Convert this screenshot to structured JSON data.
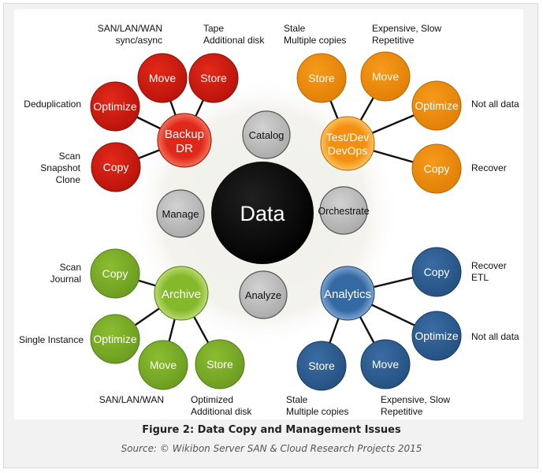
{
  "diagram": {
    "center_label": "Data",
    "inner_nodes": [
      "Catalog",
      "Manage",
      "Orchestrate",
      "Analyze"
    ],
    "clusters": {
      "backup": {
        "hub": [
          "Backup",
          "DR"
        ],
        "color": "#c8170d",
        "nodes": [
          "Optimize",
          "Move",
          "Store",
          "Copy"
        ],
        "notes": [
          "Deduplication",
          "SAN/LAN/WAN",
          "sync/async",
          "Tape",
          "Additional disk",
          "Scan",
          "Snapshot",
          "Clone"
        ]
      },
      "testdev": {
        "hub": [
          "Test/Dev",
          "DevOps"
        ],
        "color": "#ec8a08",
        "nodes": [
          "Store",
          "Move",
          "Optimize",
          "Copy"
        ],
        "notes": [
          "Stale",
          "Multiple copies",
          "Expensive, Slow",
          "Repetitive",
          "Not all data",
          "Recover"
        ]
      },
      "archive": {
        "hub": [
          "Archive"
        ],
        "color": "#7aab25",
        "nodes": [
          "Copy",
          "Optimize",
          "Move",
          "Store"
        ],
        "notes": [
          "Scan",
          "Journal",
          "Single Instance",
          "SAN/LAN/WAN",
          "Optimized",
          "Additional disk"
        ]
      },
      "analytics": {
        "hub": [
          "Analytics"
        ],
        "color": "#2d5f95",
        "nodes": [
          "Copy",
          "Optimize",
          "Store",
          "Move"
        ],
        "notes": [
          "Recover",
          "ETL",
          "Not all data",
          "Stale",
          "Multiple copies",
          "Expensive, Slow",
          "Repetitive"
        ]
      }
    }
  },
  "caption": {
    "title": "Figure 2: Data Copy and Management Issues",
    "source": "Source: © Wikibon Server SAN & Cloud Research Projects 2015"
  }
}
